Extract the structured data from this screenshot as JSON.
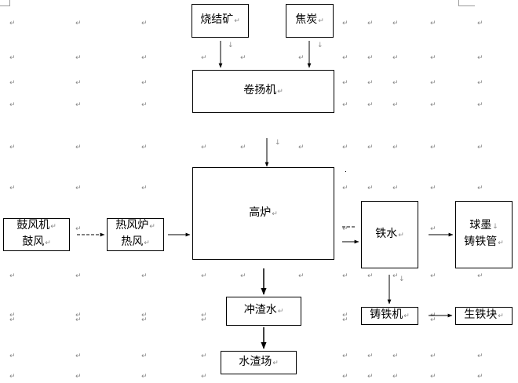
{
  "nodes": {
    "sinter": "烧结矿",
    "coke": "焦炭",
    "hoist": "卷扬机",
    "blast_furnace": "高炉",
    "blower_line1": "鼓风机",
    "blower_line2": "鼓风",
    "hot_stove_line1": "热风炉",
    "hot_stove_line2": "热风",
    "molten_iron": "铁水",
    "ductile_pipe_line1": "球墨",
    "ductile_pipe_line2": "铸铁管",
    "slag_flush": "冲渣水",
    "slag_yard": "水渣场",
    "pig_caster": "铸铁机",
    "pig_iron": "生铁块"
  },
  "marks": {
    "paragraph": "↵",
    "arrow": "↓"
  }
}
